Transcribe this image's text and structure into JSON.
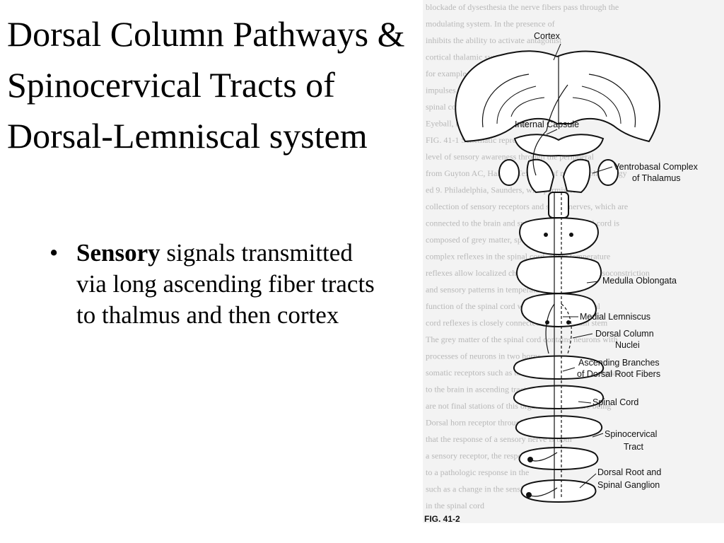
{
  "slide": {
    "title_lines": [
      "Dorsal Column Pathways &",
      "Spinocervical Tracts of",
      "Dorsal-Lemniscal system"
    ],
    "bullet": {
      "bold": "Sensory",
      "rest": " signals transmitted via long ascending fiber tracts to thalmus and then cortex"
    }
  },
  "figure": {
    "labels": {
      "cortex": "Cortex",
      "internal_capsule": "Internal  Capsule",
      "ventrobasal_1": "Ventrobasal Complex",
      "ventrobasal_2": "of Thalamus",
      "medulla": "Medulla Oblongata",
      "medial_lemniscus": "Medial Lemniscus",
      "dorsal_column_1": "Dorsal Column",
      "dorsal_column_2": "Nuclei",
      "ascending_1": "Ascending Branches",
      "ascending_2": "of Dorsal Root Fibers",
      "spinal_cord": "Spinal Cord",
      "spinocervical_1": "Spinocervical",
      "spinocervical_2": "Tract",
      "drg_1": "Dorsal Root and",
      "drg_2": "Spinal Ganglion"
    },
    "caption": "FIG. 41-2",
    "background_text": [
      "blockade of dysesthesia the nerve fibers pass through the",
      "modulating system. In the presence of",
      "inhibits the ability to activate antagonist",
      "cortical thalamic system of the body from",
      "for example",
      "impulses that are previously restrained by",
      "spinal cord back into the ventral horn of spinal",
      "Eyeball, retina, hand and orbit",
      "FIG. 41-1 Schematic representation of the sensory",
      "level of sensory awareness through the peripheral",
      "from Guyton AC, Hall JE: Textbook of medical physiology",
      "ed 9. Philadelphia, Saunders, with permission.",
      "collection of sensory receptors and spinal nerves, which are",
      "connected to the brain and spinal cord. The spinal cord is",
      "composed of grey matter, spinal nerves, and cord",
      "complex reflexes in the spinal cord, allow temperature",
      "reflexes allow localized changes in circulation or vasoconstriction",
      "and sensory patterns in temperature. The",
      "function of the spinal cord with the CNS and spinal",
      "cord reflexes is closely connected with the brain stem",
      "The grey matter of the spinal cord contains neurons with",
      "processes of neurons in two horns",
      "somatic receptors such as touch, pressure and pain signals",
      "to the brain in ascending tracts",
      "are not final stations of this organization, but are being",
      "Dorsal horn receptor through which",
      "that the response of a sensory nerve is both",
      "a sensory receptor, the response of its",
      "to a pathologic response in the",
      "such as a change in the sensitivity",
      "in the spinal cord"
    ]
  }
}
